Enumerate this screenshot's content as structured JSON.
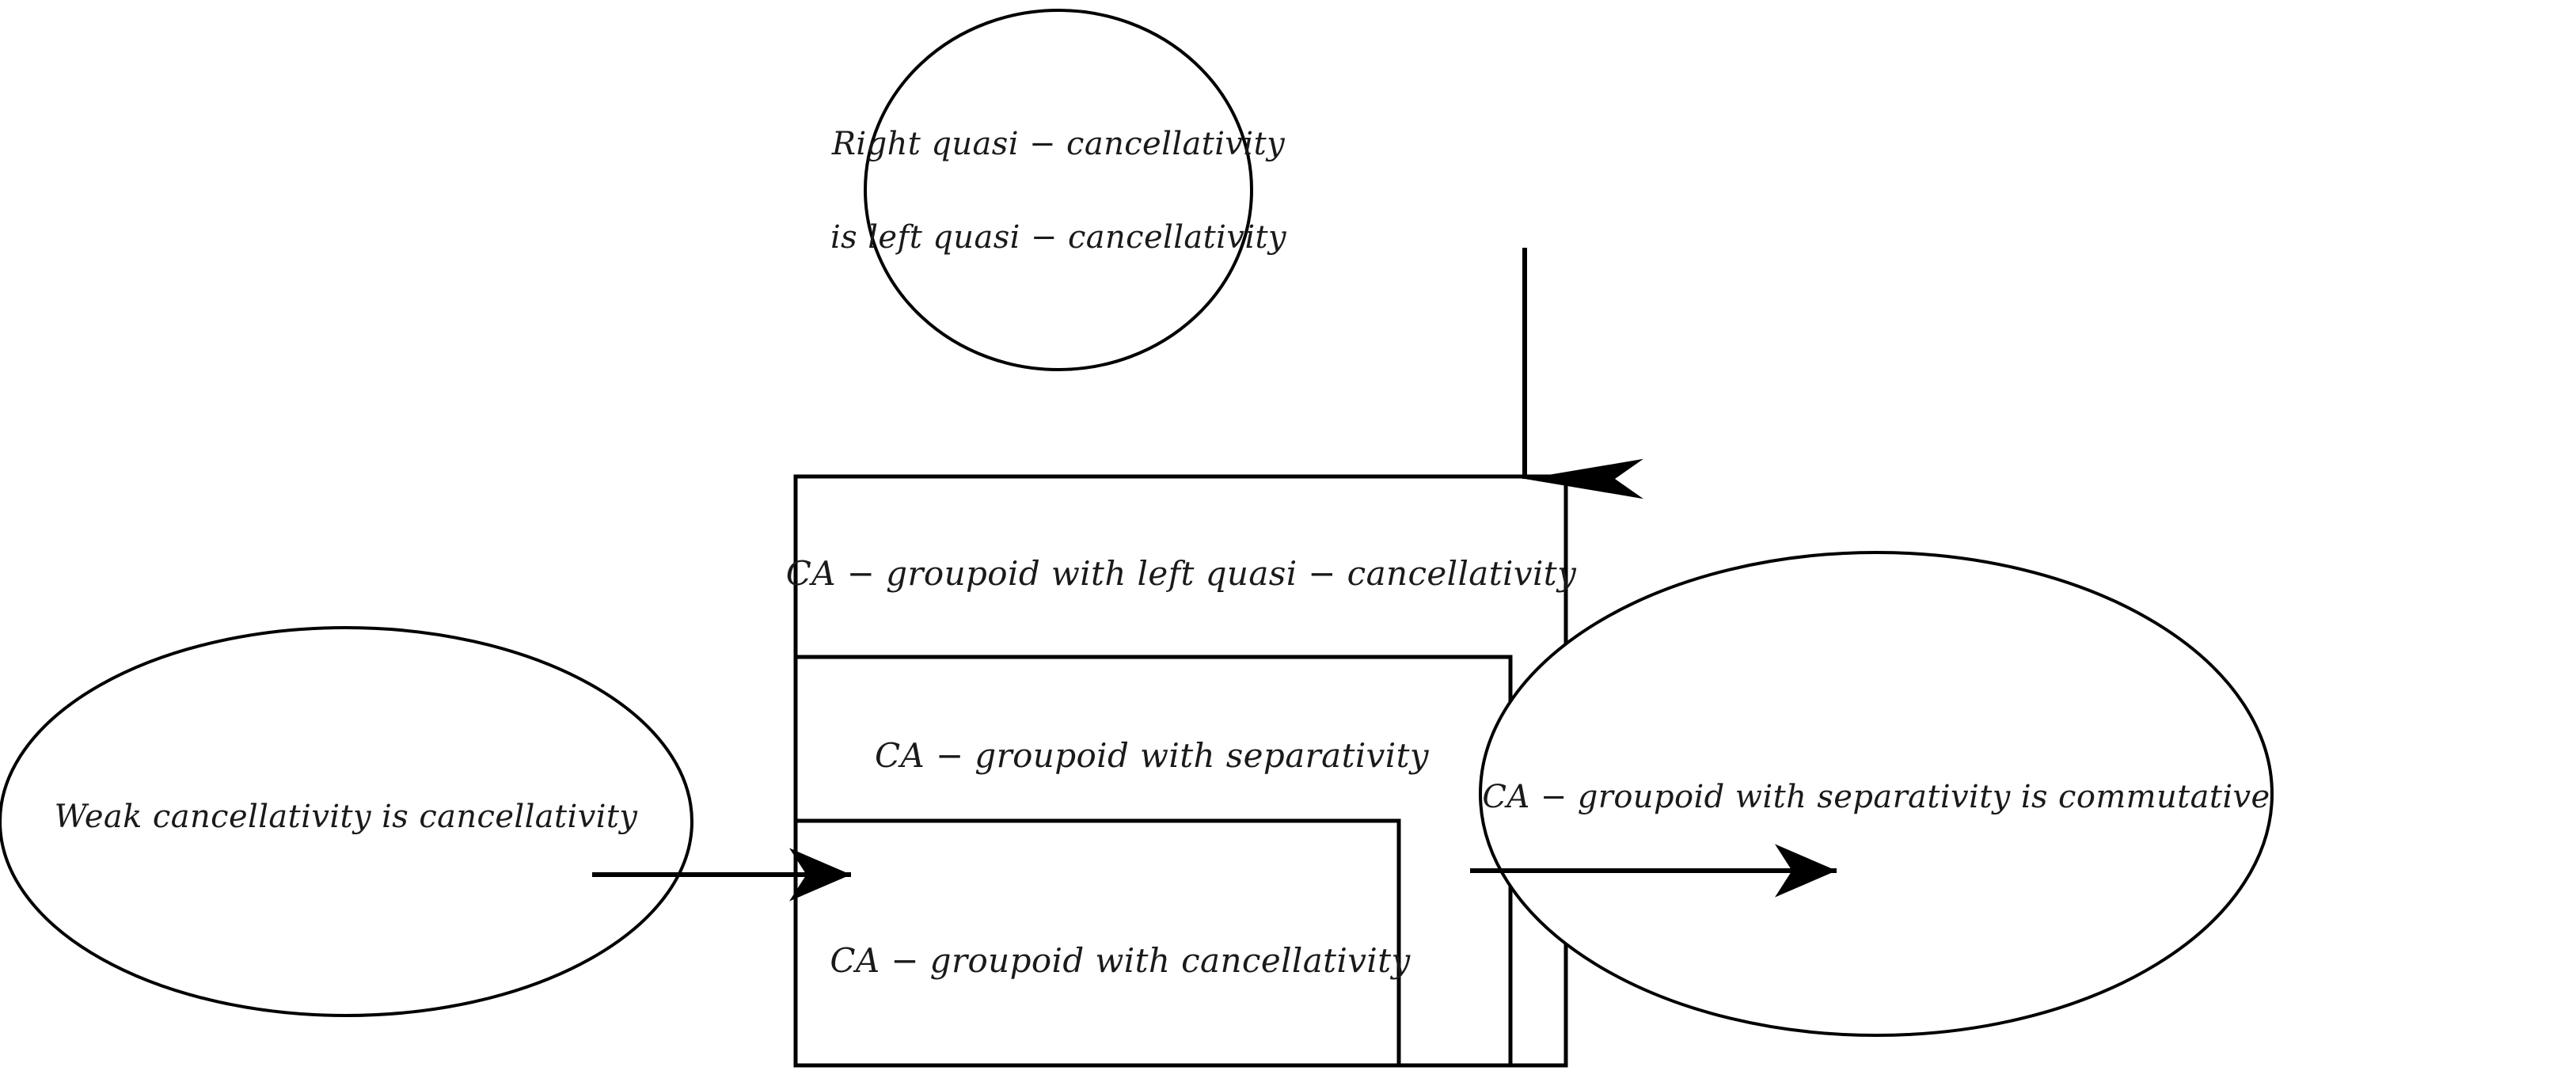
{
  "diagram": {
    "type": "implication-diagram",
    "background_color": "#ffffff",
    "stroke_color": "#000000",
    "text_color": "#1a1a1a",
    "ellipses": {
      "top": {
        "name": "right-quasi-cancellativity-note",
        "line1": "Right quasi − cancellativity",
        "line2": "is left quasi − cancellativity"
      },
      "left": {
        "name": "weak-cancellativity-note",
        "line1": "Weak cancellativity is cancellativity"
      },
      "right": {
        "name": "separativity-commutative-note",
        "line1": "CA − groupoid with separativity is commutative"
      }
    },
    "boxes": [
      {
        "id": "outer",
        "label": "CA − groupoid with left quasi − cancellativity"
      },
      {
        "id": "middle",
        "label": "CA − groupoid with separativity"
      },
      {
        "id": "inner",
        "label": "CA − groupoid with cancellativity"
      }
    ],
    "arrows": [
      {
        "id": "top-down-arrow",
        "from": "right-quasi-cancellativity-note",
        "to": "outer-box",
        "direction": "down"
      },
      {
        "id": "left-right-arrow",
        "from": "weak-cancellativity-note",
        "to": "inner-box",
        "direction": "right"
      },
      {
        "id": "right-out-arrow",
        "from": "outer-box",
        "to": "separativity-commutative-note",
        "direction": "right"
      }
    ]
  }
}
